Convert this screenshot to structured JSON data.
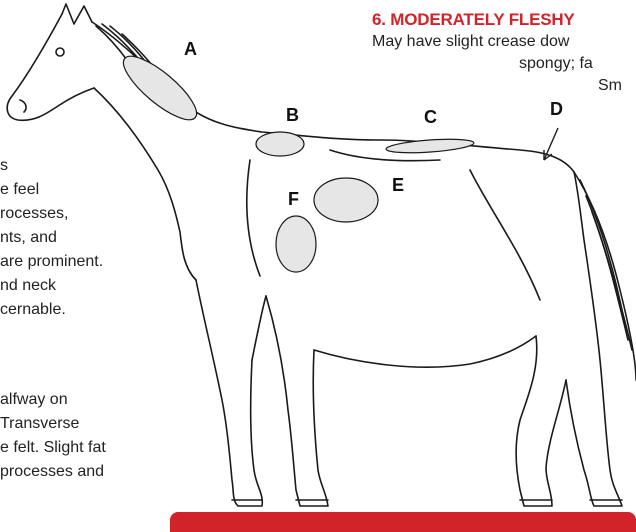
{
  "heading": "6. MODERATELY FLESHY",
  "description_lines": [
    "May have slight crease dow",
    "spongy; fa",
    "Sm"
  ],
  "side_lines": [
    "s",
    "e feel",
    "rocesses,",
    "nts, and",
    "are prominent.",
    "nd neck",
    "cernable.",
    "alfway on",
    "Transverse",
    "e felt. Slight fat",
    "processes and"
  ],
  "region_labels": {
    "a": "A",
    "b": "B",
    "c": "C",
    "d": "D",
    "e": "E",
    "f": "F"
  },
  "colors": {
    "accent_red": "#d2232a",
    "region_fill": "#e6e6e6",
    "line_art": "#1a1a1a"
  }
}
